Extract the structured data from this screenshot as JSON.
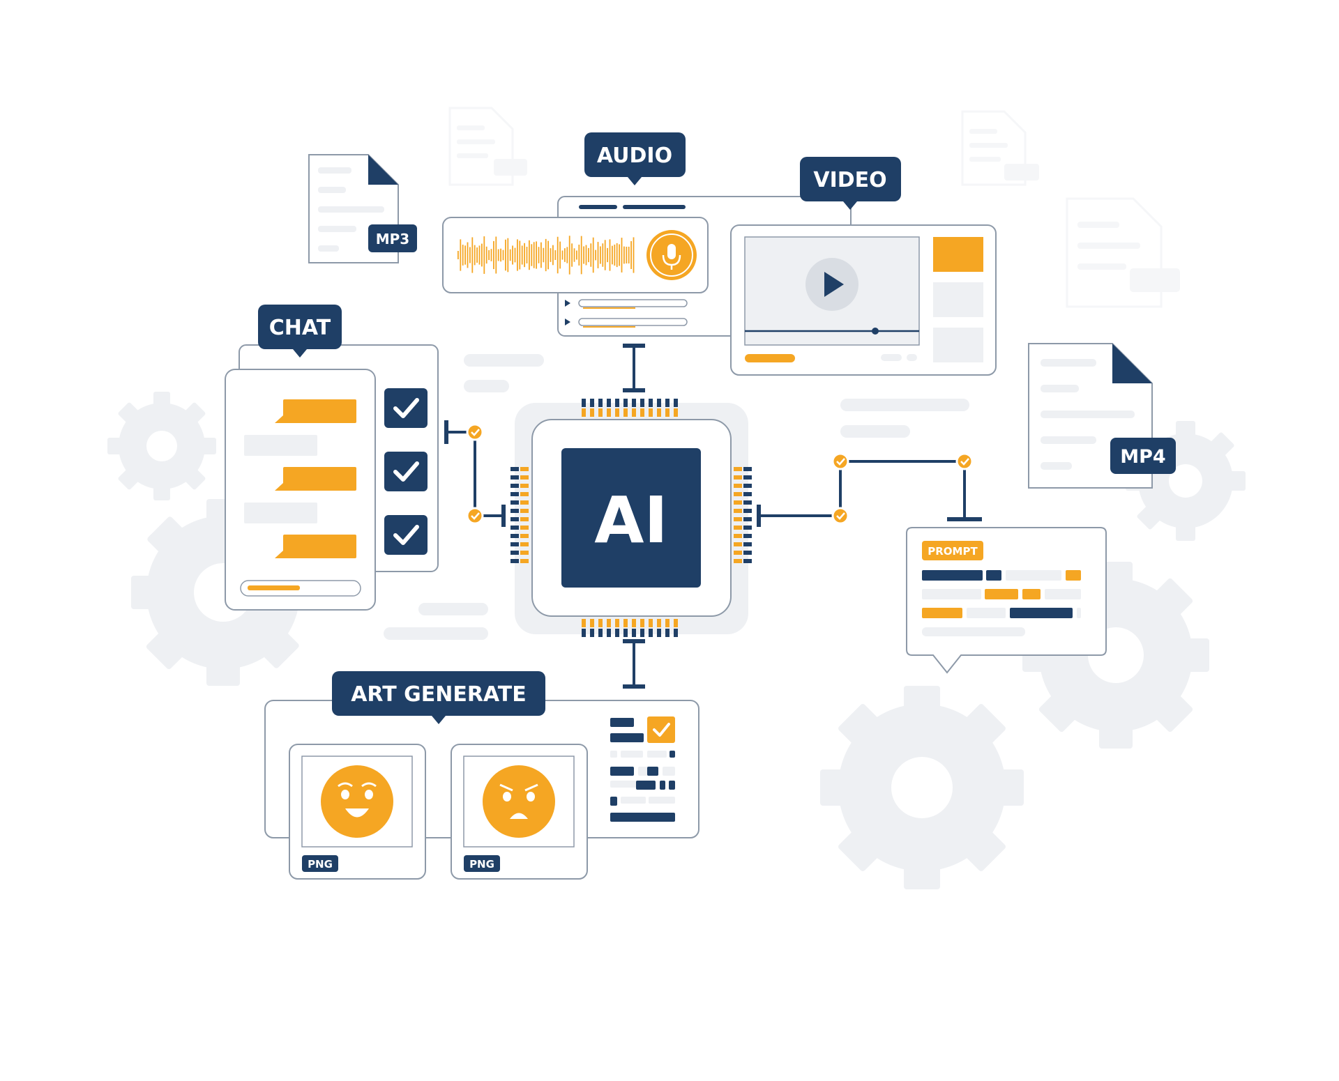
{
  "colors": {
    "navy": "#1f3f66",
    "orange": "#f5a623",
    "light_gray": "#eef0f3",
    "panel_stroke": "#8d99a8",
    "white": "#ffffff"
  },
  "labels": {
    "audio": "AUDIO",
    "video": "VIDEO",
    "chat": "CHAT",
    "art_generate": "ART GENERATE",
    "prompt": "PROMPT",
    "chip": "AI"
  },
  "files": {
    "mp3": "MP3",
    "mp4": "MP4",
    "png_1": "PNG",
    "png_2": "PNG"
  },
  "icons": [
    "gear-icon",
    "microphone-icon",
    "play-icon",
    "checkmark-icon",
    "happy-face-icon",
    "angry-face-icon",
    "document-icon",
    "chip-icon"
  ]
}
